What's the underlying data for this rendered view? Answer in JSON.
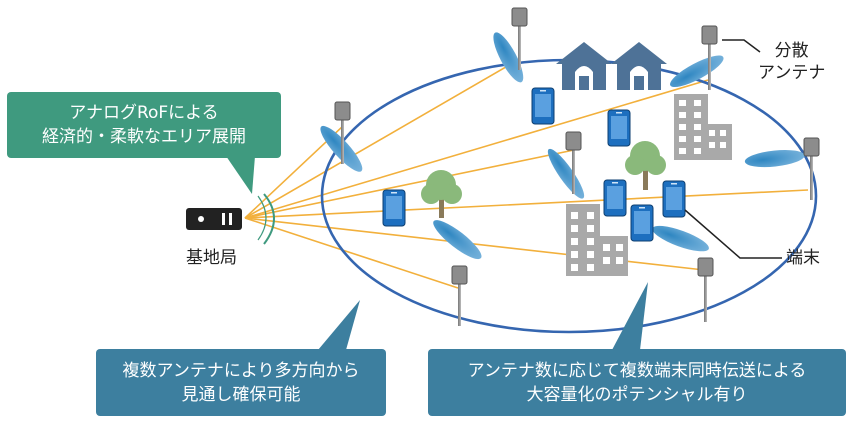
{
  "callouts": {
    "rof": {
      "line1": "アナログRoFによる",
      "line2": "経済的・柔軟なエリア展開"
    },
    "multi_direction": {
      "line1": "複数アンテナにより多方向から",
      "line2": "見通し確保可能"
    },
    "capacity": {
      "line1": "アンテナ数に応じて複数端末同時伝送による",
      "line2": "大容量化のポテンシャル有り"
    }
  },
  "labels": {
    "base_station": "基地局",
    "distributed_antenna_line1": "分散",
    "distributed_antenna_line2": "アンテナ",
    "terminal": "端末"
  },
  "colors": {
    "link_line": "#f2b03c",
    "area_ellipse": "#3566b0",
    "beam": "#3d8fc0",
    "phone": "#1d6fbf",
    "house": "#4e7297",
    "building": "#a9a9a9",
    "tree": "#8ab97b",
    "rof_callout": "#3f9a7f",
    "blue_callout": "#3d7f9f"
  }
}
